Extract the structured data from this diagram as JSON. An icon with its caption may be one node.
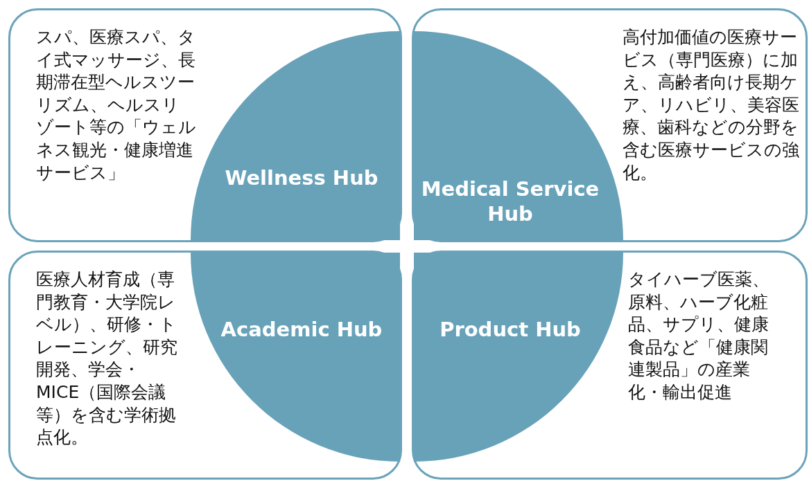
{
  "diagram": {
    "nodes": [
      {
        "text": [
          "スパ、医療スパ、タイ式マッサージ、長期滞在型ヘルスツーリズム、ヘルスリゾート等の「ウェルネス観光・健康増進サービス」"
        ]
      },
      {
        "text": [
          "Wellness Hub"
        ],
        "in": 0
      },
      {
        "text": [
          "高付加価値の医療サービス（専門医療）に加え、高齢者向け長期ケア、リハビリ、美容医療、歯科などの分野を含む医療サービスの強化。"
        ]
      },
      {
        "text": [
          "Medical Service Hub"
        ],
        "in": 2
      },
      {
        "text": [
          "医療人材育成（専門教育・大学院レベル）、研修・トレーニング、研究開発、学会・MICE（国際会議等）を含む学術拠点化。"
        ]
      },
      {
        "text": [
          "Academic Hub"
        ],
        "in": 4
      },
      {
        "text": [
          "タイハーブ医薬、原料、ハーブ化粧品、サプリ、健康食品など「健康関連製品」の産業化・輸出促進"
        ]
      },
      {
        "text": [
          "Product Hub"
        ],
        "in": 6
      }
    ]
  }
}
